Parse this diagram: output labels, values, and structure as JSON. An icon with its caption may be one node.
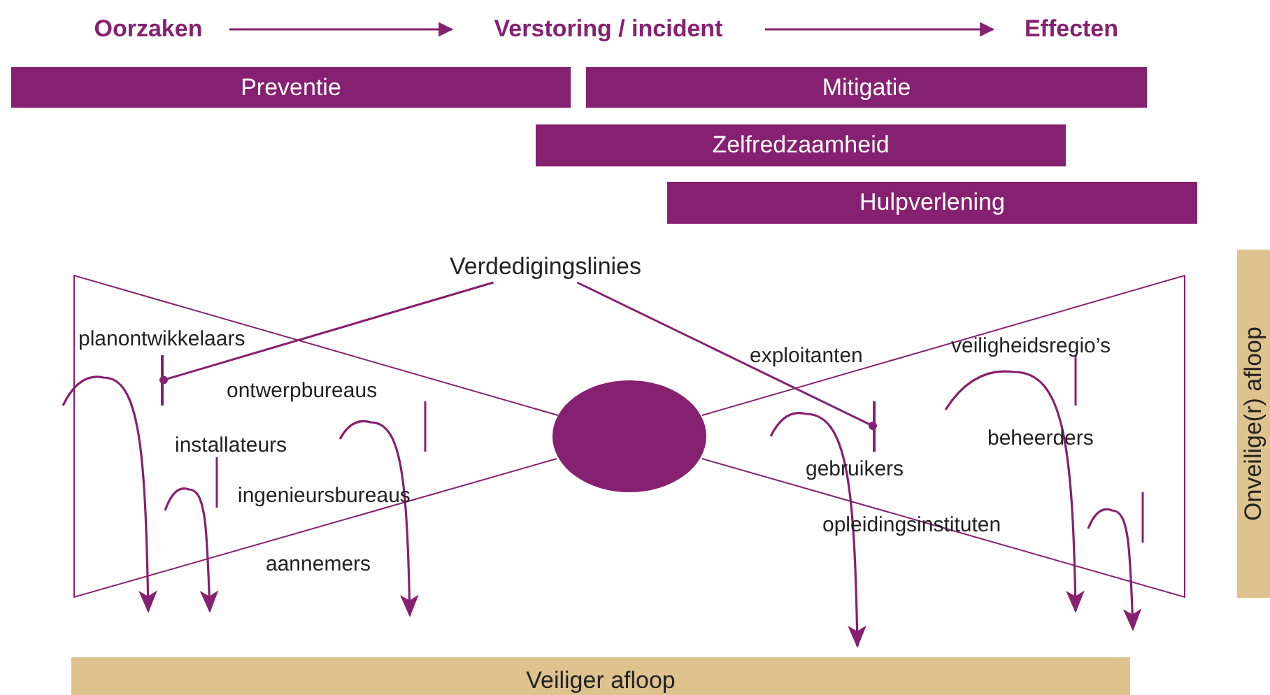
{
  "diagram": {
    "nodes": [
      {
        "text": [
          "Oorzaken"
        ]
      },
      {
        "text": [
          "Verstoring / incident"
        ]
      },
      {
        "text": [
          "Effecten"
        ]
      },
      {
        "text": [
          "Preventie"
        ]
      },
      {
        "text": [
          "Mitigatie"
        ]
      },
      {
        "text": [
          "Zelfredzaamheid"
        ]
      },
      {
        "text": [
          "Hulpverlening"
        ]
      },
      {
        "text": [
          "Verdedigingslinies"
        ]
      },
      {
        "text": [],
        "shape": "bar"
      },
      {
        "text": [],
        "shape": "bar"
      },
      {
        "text": [
          "Veiliger afloop"
        ]
      },
      {
        "text": [
          "Onveilige(r) afloop"
        ]
      },
      {
        "text": [],
        "shape": "circle"
      }
    ],
    "edges": [
      {
        "from": 0,
        "to": 1,
        "arrow": "to"
      },
      {
        "from": 1,
        "to": 2,
        "arrow": "to"
      },
      {
        "from": 7,
        "to": 8,
        "arrow": "other"
      },
      {
        "from": 7,
        "to": 9,
        "arrow": "other"
      }
    ],
    "labels": [
      "planontwikkelaars",
      "ontwerpbureaus",
      "installateurs",
      "ingenieursbureaus",
      "aannemers",
      "exploitanten",
      "veiligheidsregio’s",
      "gebruikers",
      "beheerders",
      "opleidingsinstituten"
    ]
  }
}
